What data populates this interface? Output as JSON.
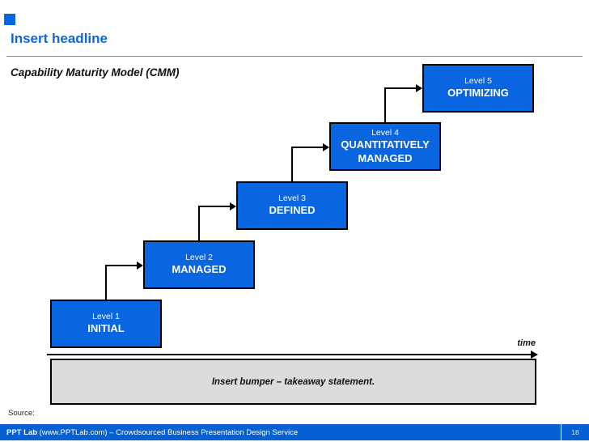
{
  "slide": {
    "headline": "Insert headline",
    "subtitle": "Capability Maturity Model (CMM)",
    "time_label": "time",
    "bumper_text": "Insert bumper – takeaway statement.",
    "source_label": "Source:"
  },
  "diagram": {
    "type": "staircase-maturity-model",
    "levels": [
      {
        "level_label": "Level 1",
        "name": "INITIAL"
      },
      {
        "level_label": "Level 2",
        "name": "MANAGED"
      },
      {
        "level_label": "Level 3",
        "name": "DEFINED"
      },
      {
        "level_label": "Level 4",
        "name": "QUANTITATIVELY MANAGED"
      },
      {
        "level_label": "Level 5",
        "name": "OPTIMIZING"
      }
    ]
  },
  "footer": {
    "brand_bold": "PPT Lab",
    "brand_rest": " (www.PPTLab.com) – Crowdsourced Business Presentation Design Service",
    "page_number": "18"
  },
  "colors": {
    "box_blue": "#0a65e0",
    "footer_blue": "#0560d4",
    "headline_blue": "#1565d2",
    "bumper_gray": "#dcdcdc",
    "connector_black": "#000000"
  }
}
